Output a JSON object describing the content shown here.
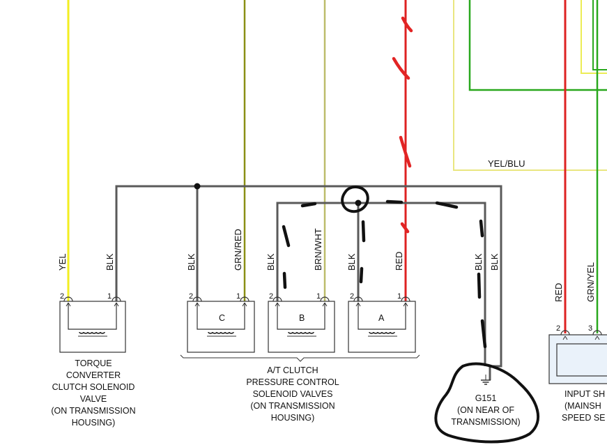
{
  "colors": {
    "yel": "#f2ee22",
    "grn": "#29a81d",
    "olive": "#8a8f14",
    "red": "#de2222",
    "ground": "#5a5a5a",
    "ink": "#111111"
  },
  "wires": {
    "yel": "YEL",
    "blk_tcc": "BLK",
    "blk_c": "BLK",
    "grn_red": "GRN/RED",
    "blk_b": "BLK",
    "brn_wht": "BRN/WHT",
    "blk_a": "BLK",
    "red_a": "RED",
    "blk_g1": "BLK",
    "blk_g2": "BLK",
    "yel_blu": "YEL/BLU",
    "red_sensor": "RED",
    "grn_yel": "GRN/YEL"
  },
  "pins": {
    "tcc_2": "2",
    "tcc_1": "1",
    "c_2": "2",
    "c_1": "1",
    "b_2": "2",
    "b_1": "1",
    "a_2": "2",
    "a_1": "1",
    "sensor_2": "2",
    "sensor_3": "3"
  },
  "solenoids": {
    "c": "C",
    "b": "B",
    "a": "A"
  },
  "labels": {
    "tcc": [
      "TORQUE",
      "CONVERTER",
      "CLUTCH SOLENOID",
      "VALVE",
      "(ON TRANSMISSION",
      "HOUSING)"
    ],
    "valves": [
      "A/T CLUTCH",
      "PRESSURE CONTROL",
      "SOLENOID VALVES",
      "(ON TRANSMISSION",
      "HOUSING)"
    ],
    "ground": [
      "G151",
      "(ON NEAR OF",
      "TRANSMISSION)"
    ],
    "sensor": [
      "INPUT SH",
      "(MAINSH",
      "SPEED SE"
    ]
  }
}
